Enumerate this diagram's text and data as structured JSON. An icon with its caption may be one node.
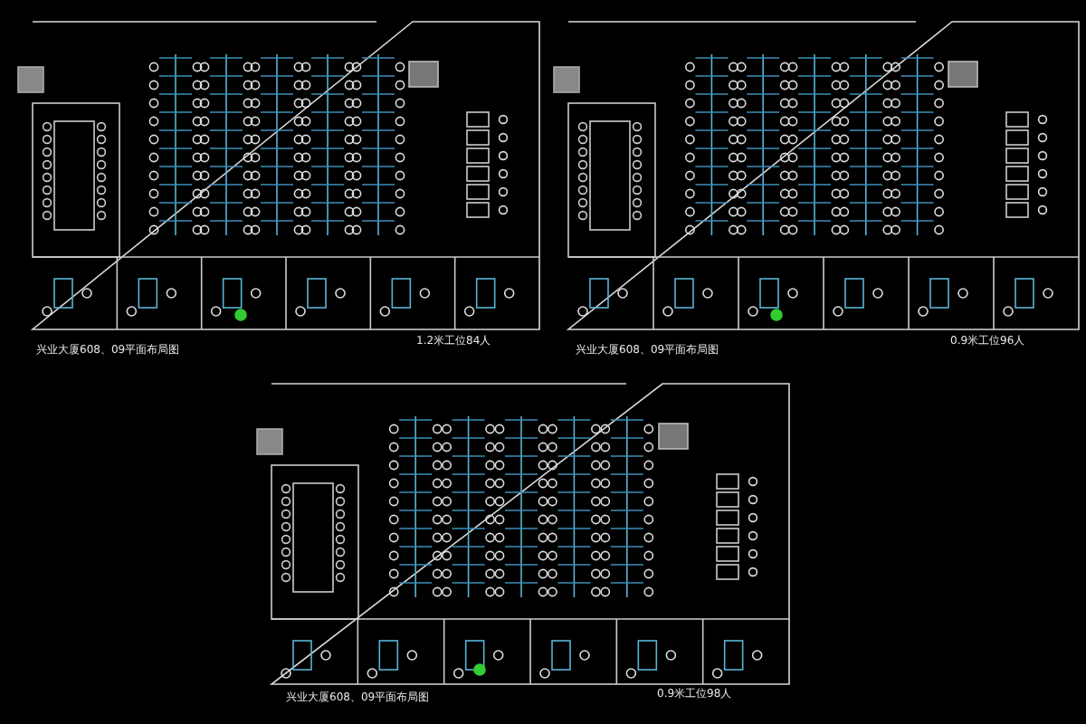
{
  "diagram": {
    "labels": [
      "兴业大厦608、09平面布局图",
      "1.2米工位84人",
      "兴业大厦608、09平面布局图",
      "0.9米工位96人",
      "兴业大厦608、09平面布局图",
      "0.9米工位98人"
    ]
  }
}
